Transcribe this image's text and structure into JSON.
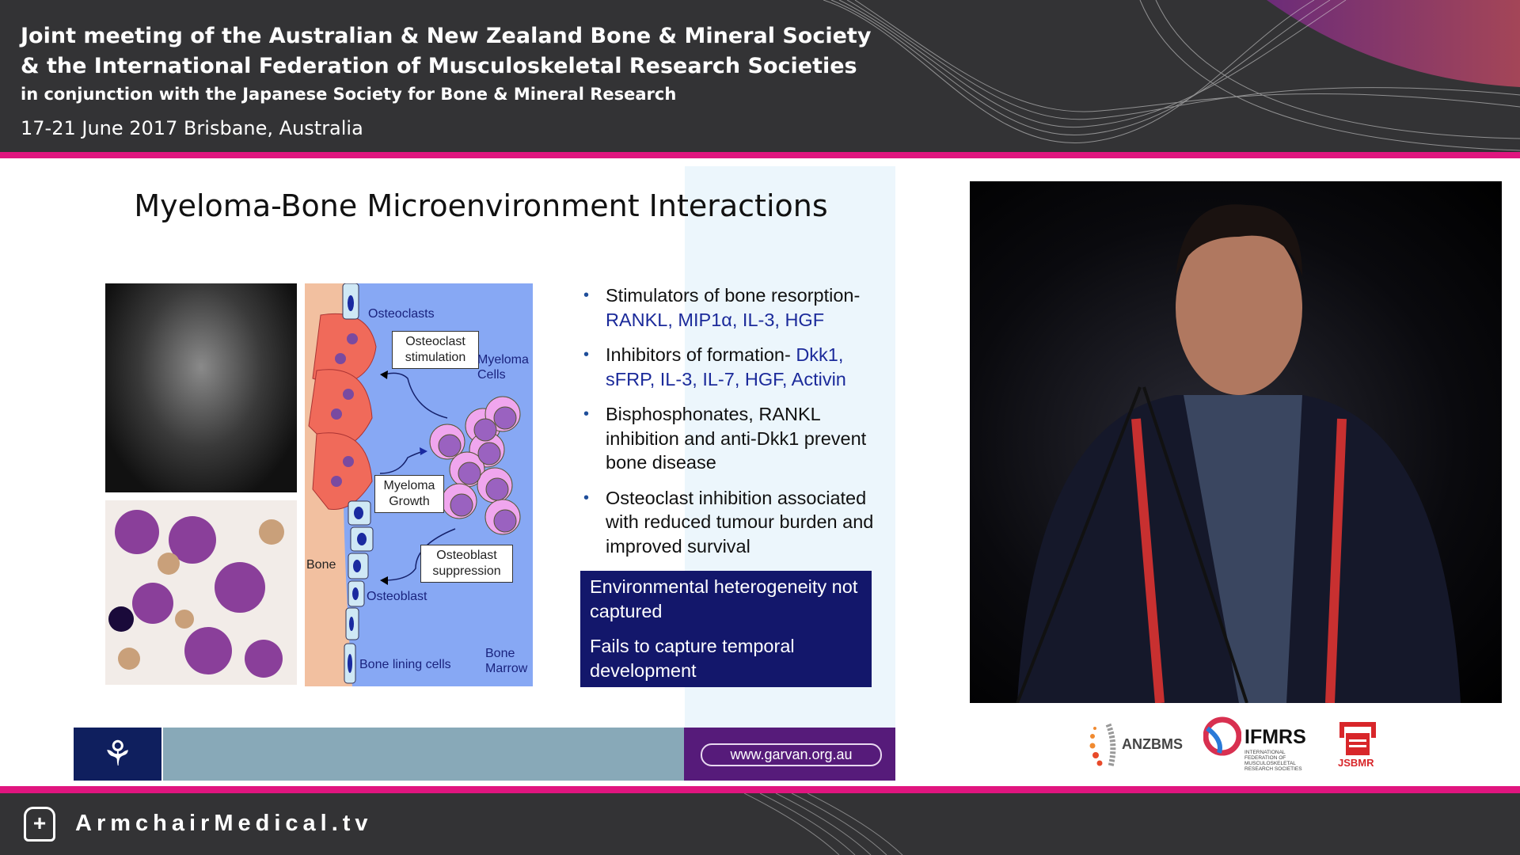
{
  "header": {
    "line1": "Joint meeting of the Australian & New Zealand Bone & Mineral Society",
    "line2": "& the International Federation of Musculoskeletal Research Societies",
    "line3": "in conjunction with the Japanese Society for Bone & Mineral Research",
    "dates": "17-21 June 2017 Brisbane, Australia"
  },
  "slide": {
    "title": "Myeloma-Bone Microenvironment Interactions",
    "diagram": {
      "osteoclasts": "Osteoclasts",
      "osteoclast_stimulation": "Osteoclast stimulation",
      "myeloma_cells": "Myeloma Cells",
      "myeloma_growth": "Myeloma Growth",
      "osteoblast_suppression": "Osteoblast suppression",
      "bone": "Bone",
      "osteoblast": "Osteoblast",
      "bone_lining_cells": "Bone lining cells",
      "bone_marrow": "Bone Marrow"
    },
    "bullets": [
      {
        "text": "Stimulators of bone resorption-",
        "highlight": "RANKL, MIP1α, IL-3, HGF"
      },
      {
        "text": "Inhibitors of formation-",
        "highlight": "Dkk1, sFRP, IL-3, IL-7, HGF, Activin"
      },
      {
        "text": "Bisphosphonates, RANKL inhibition and anti-Dkk1 prevent bone disease",
        "highlight": ""
      },
      {
        "text": "Osteoclast inhibition associated with reduced tumour burden and improved survival",
        "highlight": ""
      }
    ],
    "box": [
      "Environmental heterogeneity not captured",
      "Fails to capture temporal development"
    ],
    "url": "www.garvan.org.au"
  },
  "logos": {
    "anzbms": "ANZBMS",
    "ifmrs": "IFMRS",
    "ifmrs_sub": "INTERNATIONAL FEDERATION OF MUSCULOSKELETAL RESEARCH SOCIETIES",
    "jsbmr": "JSBMR"
  },
  "footer": {
    "brand": "ArmchairMedical.tv"
  },
  "colors": {
    "accent_pink": "#e0157f",
    "navy": "#13176b",
    "purple": "#561b7a",
    "highlight_blue": "#1b2a9a"
  }
}
